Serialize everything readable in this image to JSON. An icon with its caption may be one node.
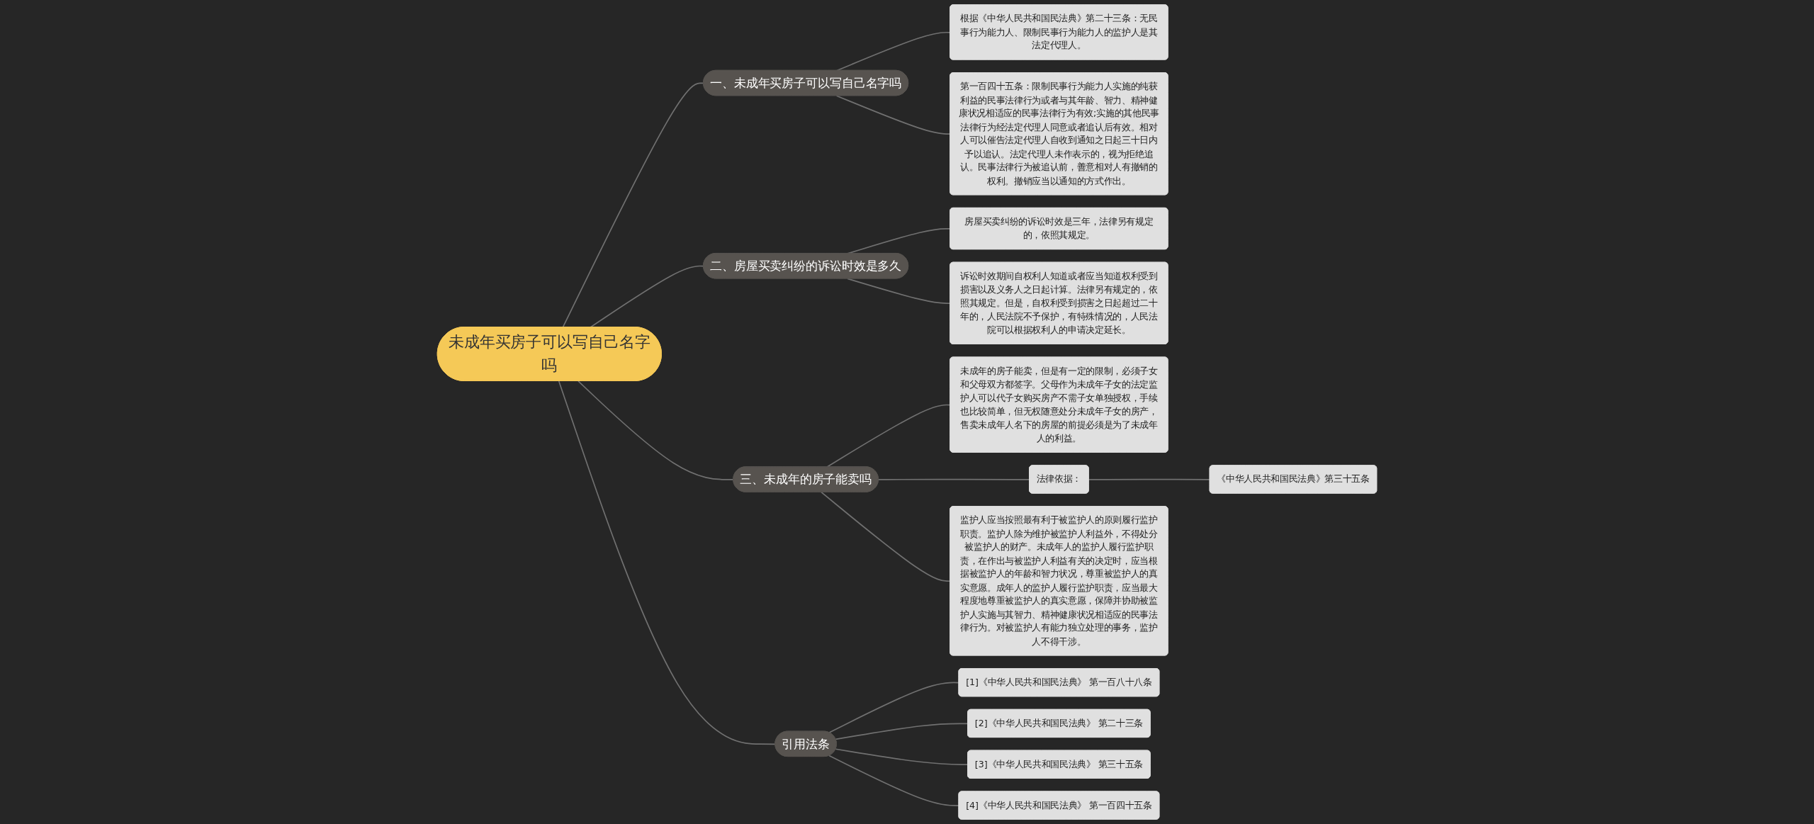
{
  "diagram": {
    "nodes": [
      {
        "text": [
          "未成年买房子可以写自己名字吗"
        ]
      },
      {
        "text": [
          "一、未成年买房子可以写自己名字吗"
        ]
      },
      {
        "text": [
          "根据《中华人民共和国民法典》第二十三条：无民事行为能力人、限制民事行为能力人的监护人是其法定代理人。"
        ]
      },
      {
        "text": [
          "第一百四十五条：限制民事行为能力人实施的纯获利益的民事法律行为或者与其年龄、智力、精神健康状况相适应的民事法律行为有效;实施的其他民事法律行为经法定代理人同意或者追认后有效。相对人可以催告法定代理人自收到通知之日起三十日内予以追认。法定代理人未作表示的，视为拒绝追认。民事法律行为被追认前，善意相对人有撤销的权利。撤销应当以通知的方式作出。"
        ]
      },
      {
        "text": [
          "二、房屋买卖纠纷的诉讼时效是多久"
        ]
      },
      {
        "text": [
          "房屋买卖纠纷的诉讼时效是三年，法律另有规定的，依照其规定。"
        ]
      },
      {
        "text": [
          "诉讼时效期间自权利人知道或者应当知道权利受到损害以及义务人之日起计算。法律另有规定的，依照其规定。但是，自权利受到损害之日起超过二十年的，人民法院不予保护，有特殊情况的，人民法院可以根据权利人的申请决定延长。"
        ]
      },
      {
        "text": [
          "三、未成年的房子能卖吗"
        ]
      },
      {
        "text": [
          "未成年的房子能卖，但是有一定的限制，必须子女和父母双方都签字。父母作为未成年子女的法定监护人可以代子女购买房产不需子女单独授权，手续也比较简单，但无权随意处分未成年子女的房产，售卖未成年人名下的房屋的前提必须是为了未成年人的利益。"
        ]
      },
      {
        "text": [
          "法律依据："
        ]
      },
      {
        "text": [
          "《中华人民共和国民法典》第三十五条"
        ]
      },
      {
        "text": [
          "监护人应当按照最有利于被监护人的原则履行监护职责。监护人除为维护被监护人利益外，不得处分被监护人的财产。未成年人的监护人履行监护职责，在作出与被监护人利益有关的决定时，应当根据被监护人的年龄和智力状况，尊重被监护人的真实意愿。成年人的监护人履行监护职责，应当最大程度地尊重被监护人的真实意愿，保障并协助被监护人实施与其智力、精神健康状况相适应的民事法律行为。对被监护人有能力独立处理的事务，监护人不得干涉。"
        ]
      },
      {
        "text": [
          "引用法条"
        ]
      },
      {
        "text": [
          "[1]《中华人民共和国民法典》 第一百八十八条"
        ]
      },
      {
        "text": [
          "[2]《中华人民共和国民法典》 第二十三条"
        ]
      },
      {
        "text": [
          "[3]《中华人民共和国民法典》 第三十五条"
        ]
      },
      {
        "text": [
          "[4]《中华人民共和国民法典》 第一百四十五条"
        ]
      }
    ],
    "edges": [
      {
        "from": 0,
        "to": 1,
        "arrow": "none"
      },
      {
        "from": 1,
        "to": 2,
        "arrow": "none"
      },
      {
        "from": 1,
        "to": 3,
        "arrow": "none"
      },
      {
        "from": 0,
        "to": 4,
        "arrow": "none"
      },
      {
        "from": 4,
        "to": 5,
        "arrow": "none"
      },
      {
        "from": 4,
        "to": 6,
        "arrow": "none"
      },
      {
        "from": 0,
        "to": 7,
        "arrow": "none"
      },
      {
        "from": 7,
        "to": 8,
        "arrow": "none"
      },
      {
        "from": 7,
        "to": 9,
        "arrow": "none"
      },
      {
        "from": 9,
        "to": 10,
        "arrow": "none"
      },
      {
        "from": 7,
        "to": 11,
        "arrow": "none"
      },
      {
        "from": 0,
        "to": 12,
        "arrow": "none"
      },
      {
        "from": 12,
        "to": 13,
        "arrow": "none"
      },
      {
        "from": 12,
        "to": 14,
        "arrow": "none"
      },
      {
        "from": 12,
        "to": 15,
        "arrow": "none"
      },
      {
        "from": 12,
        "to": 16,
        "arrow": "none"
      }
    ]
  }
}
